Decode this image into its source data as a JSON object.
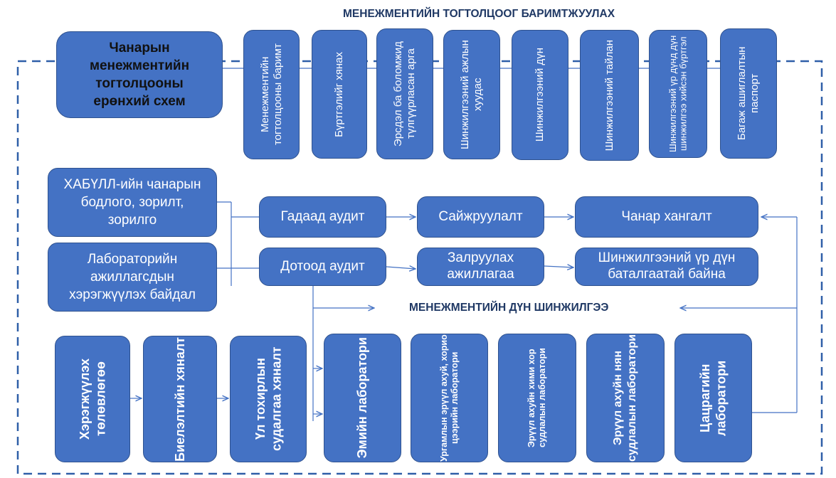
{
  "top_heading": "МЕНЕЖМЕНТИЙН ТОГТОЛЦООГ БАРИМТЖУУЛАХ",
  "mid_heading": "МЕНЕЖМЕНТИЙН ДҮН ШИНЖИЛГЭЭ",
  "main_box": "Чанарын менежментийн тогтолцооны ерөнхий схем",
  "documents": [
    "Менежментийн тогтолцооны баримт",
    "Бүртгэлийг хянах",
    "Эрсдэл ба боломжид түлгүүрласан арга",
    "Шинжилгээний ажлын хуудас",
    "Шинжилгээний дүн",
    "Шинжилгээний тайлан",
    "Шинжилгээний үр дүнд дүн шинжилгээ хийсэн бүртгэл",
    "Багаж ашиглалтын паспорт"
  ],
  "left_boxes": {
    "policy": "ХАБҮЛЛ-ийн чанарын бодлого, зорилт, зорилго",
    "staff": "Лабораторийн ажиллагсдын хэрэгжүүлэх байдал"
  },
  "audit": {
    "external": "Гадаад аудит",
    "internal": "Дотоод аудит"
  },
  "actions": {
    "improvement": "Сайжруулалт",
    "correction": "Залруулах ажиллагаа"
  },
  "outcomes": {
    "quality": "Чанар хангалт",
    "reliable": "Шинжилгээний үр дүн баталгаатай байна"
  },
  "bottom_left": [
    "Хэрэгжүүлэх төлөвлөгөө",
    "Биелэлтийн хяналт",
    "Үл тохирлын судалгаа хяналт"
  ],
  "labs": [
    "Эмийн лаборатори",
    "Ургамлын эрүүл ахуй, хорио цээрийн лаборатори",
    "Эрүүл ахуйн хими хор судлалын лаборатори",
    "Эрүүл ахуйн нян судлалын лаборатори",
    "Цацрагийн лаборатори"
  ],
  "colors": {
    "box_fill": "#4472c4",
    "box_border": "#2f528f",
    "line": "#4472c4",
    "heading": "#1f3864"
  }
}
